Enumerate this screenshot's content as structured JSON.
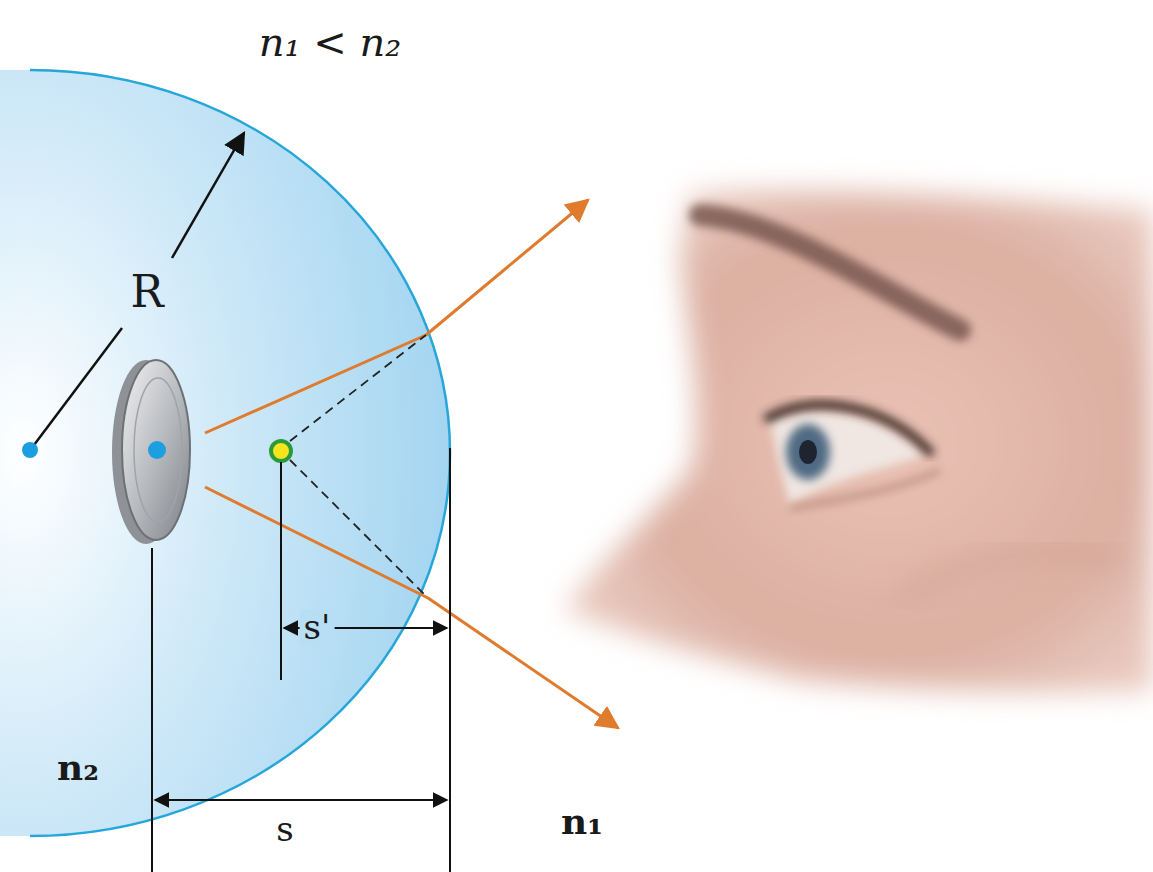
{
  "diagram": {
    "labels": [
      "n₁ < n₂",
      "R",
      "s'",
      "s",
      "n₂",
      "n₁"
    ]
  }
}
